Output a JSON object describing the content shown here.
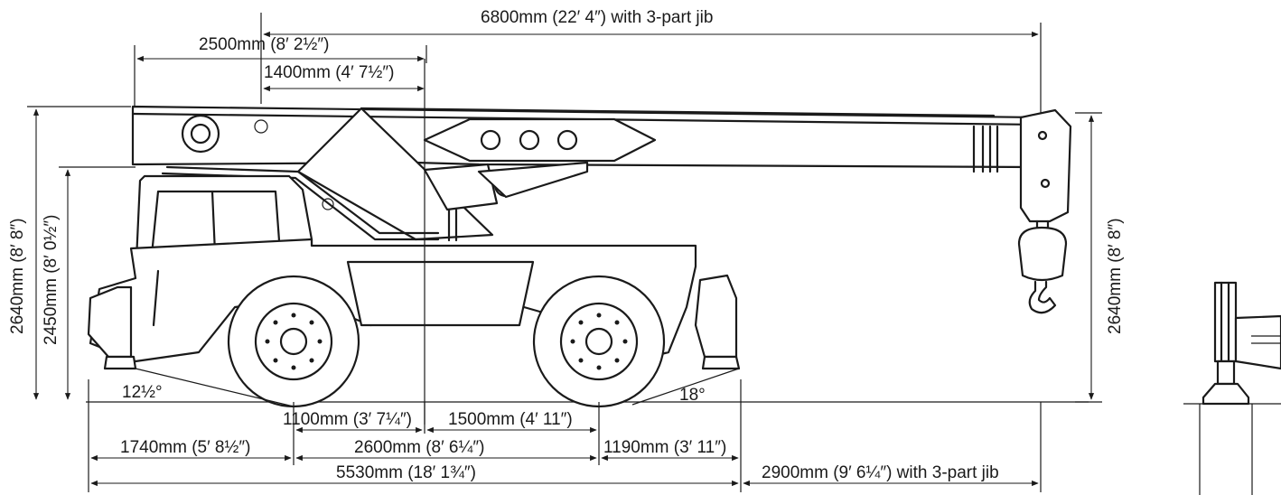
{
  "dimensions": {
    "overall_length_3part_jib": "6800mm (22′ 4″) with 3-part jib",
    "front_overhang_2500": "2500mm (8′ 2½″)",
    "boom_pivot_1400": "1400mm (4′ 7½″)",
    "height_2640_left": "2640mm (8′ 8″)",
    "height_2450_left": "2450mm (8′ 0½″)",
    "height_2640_right": "2640mm (8′ 8″)",
    "axle_offset_1100": "1100mm (3′ 7¼″)",
    "axle_offset_1500": "1500mm (4′ 11″)",
    "front_1740": "1740mm (5′ 8½″)",
    "wheelbase_2600": "2600mm (8′ 6¼″)",
    "rear_1190": "1190mm (3′ 11″)",
    "overall_5530": "5530mm (18′ 1¾″)",
    "jib_overhang_2900": "2900mm (9′ 6¼″) with 3-part jib"
  },
  "angles": {
    "approach": "12½°",
    "departure": "18°"
  }
}
